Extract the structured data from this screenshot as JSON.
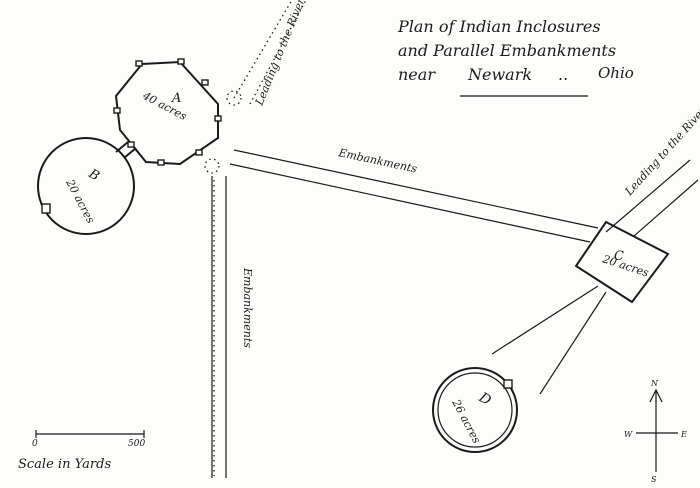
{
  "title": {
    "line1": "Plan of Indian Inclosures",
    "line2": "and Parallel Embankments",
    "line3_prefix": "near",
    "line3_place": "Newark",
    "line3_sep": "..",
    "line3_state": "Ohio"
  },
  "enclosures": {
    "A": {
      "letter": "A",
      "area": "40 acres"
    },
    "B": {
      "letter": "B",
      "area": "20 acres"
    },
    "C": {
      "letter": "C",
      "area": "20 acres"
    },
    "D": {
      "letter": "D",
      "area": "26 acres"
    }
  },
  "labels": {
    "leading_river_left": "Leading to the River",
    "leading_river_right": "Leading to the River",
    "embankments_top": "Embankments",
    "embankments_vertical": "Embankments"
  },
  "scale": {
    "start": "0",
    "end": "500",
    "label": "Scale in Yards"
  },
  "compass": {
    "n": "N",
    "s": "S",
    "e": "E",
    "w": "W"
  }
}
